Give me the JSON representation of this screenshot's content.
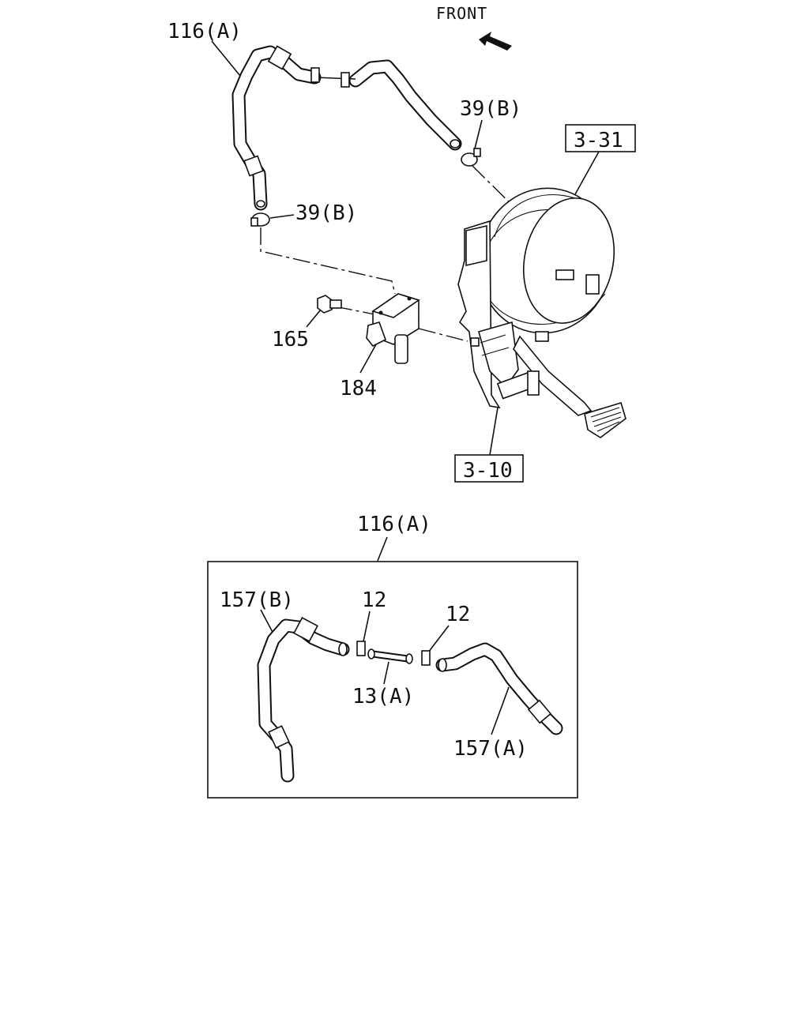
{
  "diagram": {
    "direction_label": "FRONT",
    "labels": {
      "hose_assembly_top": "116(A)",
      "clamp_right": "39(B)",
      "clamp_left": "39(B)",
      "bolt": "165",
      "switch": "184",
      "ref_booster": "3-31",
      "ref_pedal": "3-10",
      "detail_title": "116(A)",
      "hose_b": "157(B)",
      "clip_left": "12",
      "clip_right": "12",
      "pipe": "13(A)",
      "hose_a": "157(A)"
    }
  }
}
